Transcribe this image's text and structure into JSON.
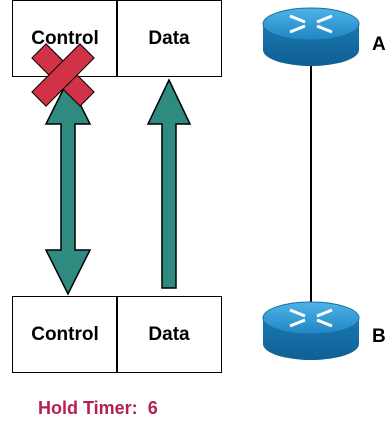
{
  "top_stack": {
    "control_label": "Control",
    "data_label": "Data"
  },
  "bottom_stack": {
    "control_label": "Control",
    "data_label": "Data"
  },
  "routers": [
    {
      "label": "A",
      "icon": "router-icon"
    },
    {
      "label": "B",
      "icon": "router-icon"
    }
  ],
  "status": {
    "hold_timer_label": "Hold Timer:",
    "hold_timer_value": "6"
  },
  "colors": {
    "arrow_fill": "#2f8a80",
    "failure_mark": "#d23245",
    "hold_text": "#b5214f",
    "router_blue": "#1f86c3"
  },
  "icons": {
    "failure": "red-x-icon",
    "control_arrow": "bidirectional-arrow-icon",
    "data_arrow": "up-arrow-icon"
  }
}
